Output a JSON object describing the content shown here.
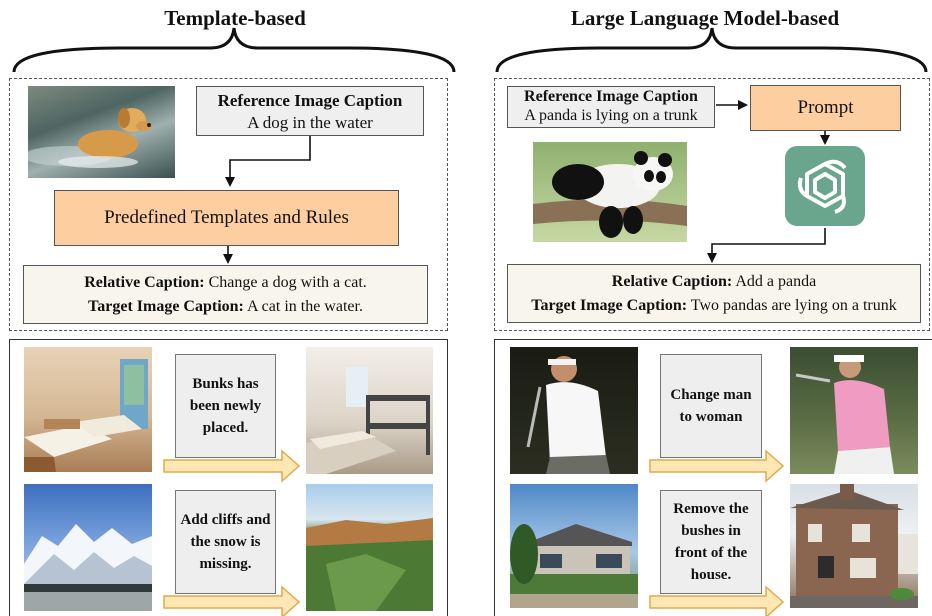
{
  "left": {
    "title": "Template-based",
    "ref_caption_title": "Reference Image Caption",
    "ref_caption_text": "A dog in the water",
    "templates_label": "Predefined Templates and Rules",
    "relative_label": "Relative Caption:",
    "relative_text": " Change a dog with a cat.",
    "target_label": "Target Image Caption:",
    "target_text": " A cat in the water.",
    "examples": [
      {
        "text": "Bunks has been newly placed."
      },
      {
        "text": "Add cliffs and the snow is missing."
      }
    ]
  },
  "right": {
    "title": "Large Language Model-based",
    "ref_caption_title": "Reference Image Caption",
    "ref_caption_text": "A panda is lying on a trunk",
    "prompt_label": "Prompt",
    "relative_label": "Relative Caption:",
    "relative_text": " Add a panda",
    "target_label": "Target Image Caption:",
    "target_text": " Two pandas are lying on a trunk",
    "examples": [
      {
        "text": "Change man to woman"
      },
      {
        "text": "Remove the bushes in front of the house."
      }
    ]
  },
  "colors": {
    "orange_box": "#fdcfa0",
    "grey_box": "#efefef",
    "cream_box": "#f8f6ec",
    "openai_logo_bg": "#6aa58d",
    "arrow_fill": "#fde7b4",
    "arrow_stroke": "#e2a94a"
  },
  "icons": {
    "llm_logo": "openai-logo-icon"
  }
}
